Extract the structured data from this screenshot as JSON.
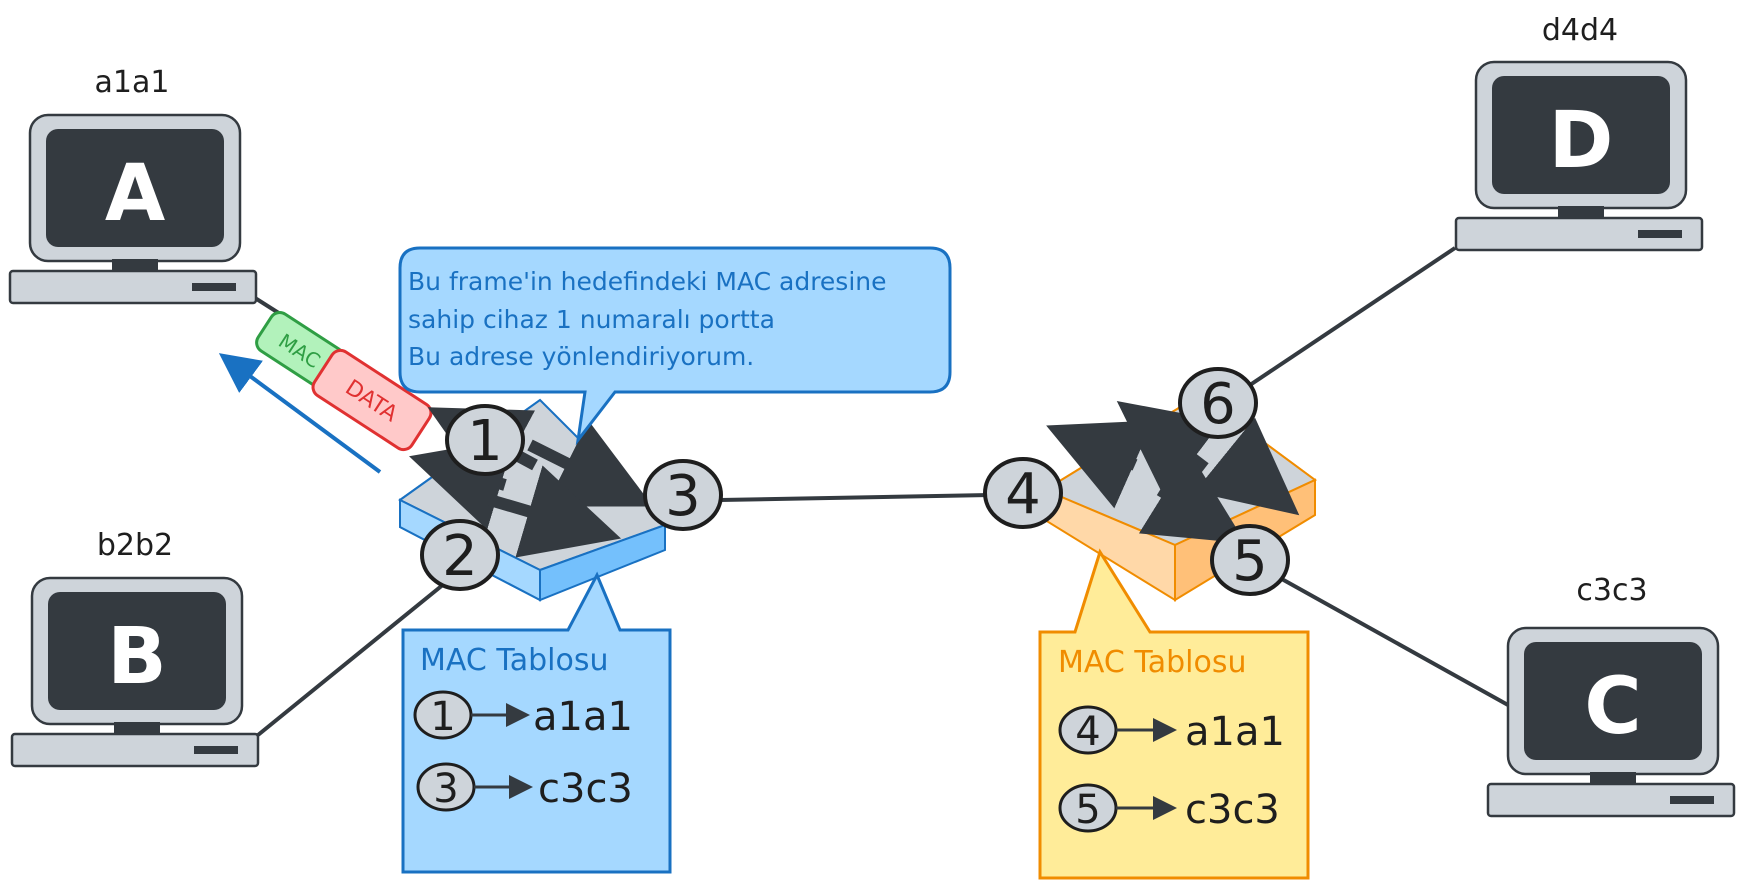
{
  "computers": [
    {
      "id": "a",
      "letter": "A",
      "mac": "a1a1"
    },
    {
      "id": "b",
      "letter": "B",
      "mac": "b2b2"
    },
    {
      "id": "c",
      "letter": "C",
      "mac": "c3c3"
    },
    {
      "id": "d",
      "letter": "D",
      "mac": "d4d4"
    }
  ],
  "ports": [
    "1",
    "2",
    "3",
    "4",
    "5",
    "6"
  ],
  "frame": {
    "mac_label": "MAC",
    "data_label": "DATA"
  },
  "speech": {
    "lines": [
      "Bu frame'in hedefindeki MAC adresine",
      "sahip cihaz 1 numaralı portta",
      "Bu adrese yönlendiriyorum."
    ]
  },
  "left_table": {
    "title": "MAC Tablosu",
    "rows": [
      {
        "port": "1",
        "mac": "a1a1"
      },
      {
        "port": "3",
        "mac": "c3c3"
      }
    ]
  },
  "right_table": {
    "title": "MAC Tablosu",
    "rows": [
      {
        "port": "4",
        "mac": "a1a1"
      },
      {
        "port": "5",
        "mac": "c3c3"
      }
    ]
  },
  "colors": {
    "blue_stroke": "#1971c2",
    "blue_fill": "#a5d8ff",
    "orange_stroke": "#f08c00",
    "yellow_fill": "#ffec99",
    "green_fill": "#b2f2bb",
    "green_stroke": "#2f9e44",
    "red_fill": "#ffc9c9",
    "red_stroke": "#e03131",
    "dark": "#343a40",
    "grey": "#ced4da"
  }
}
